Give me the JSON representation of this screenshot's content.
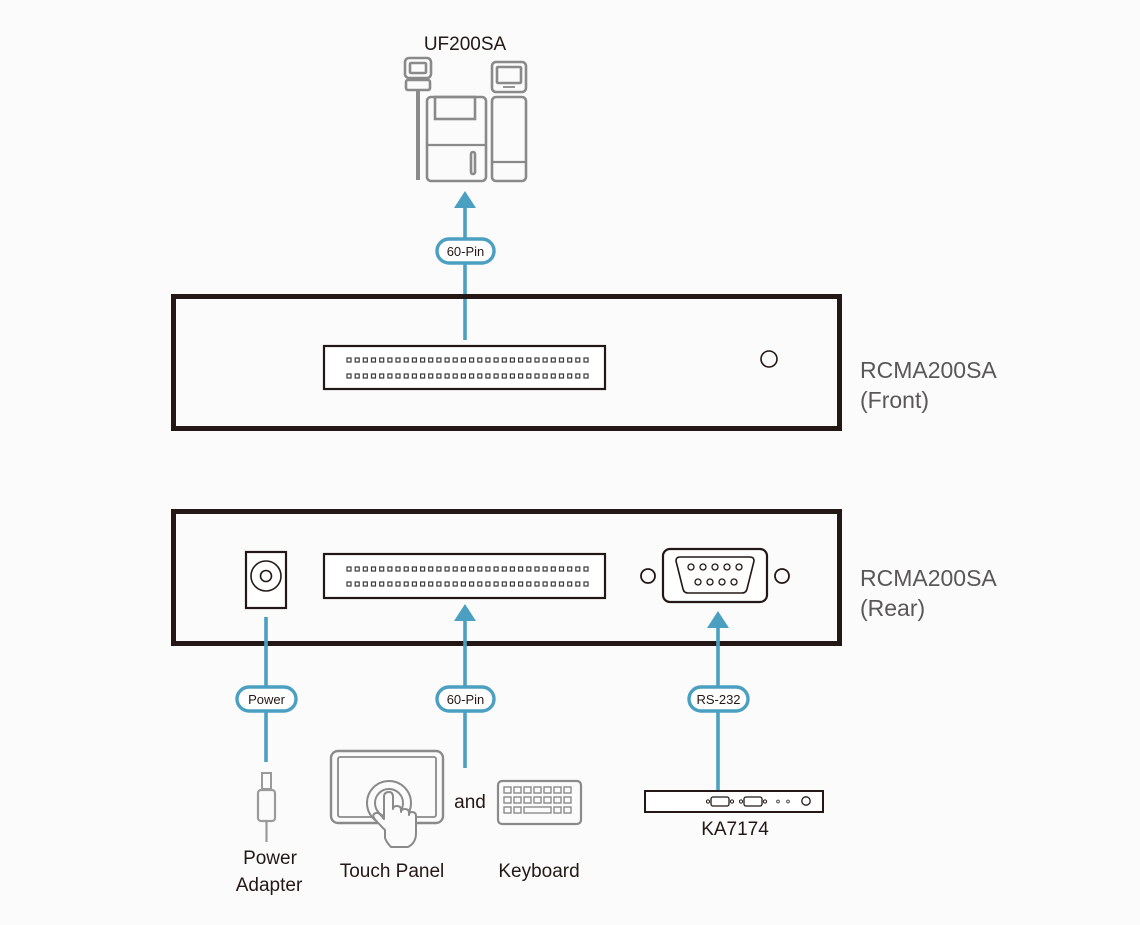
{
  "diagram": {
    "top_device": {
      "name": "UF200SA"
    },
    "front_unit": {
      "name": "RCMA200SA",
      "side": "(Front)",
      "connector_pins_per_row": 30,
      "connector_rows": 2
    },
    "rear_unit": {
      "name": "RCMA200SA",
      "side": "(Rear)",
      "connector_pins_per_row": 30,
      "connector_rows": 2
    },
    "cables": {
      "front_60pin": "60-Pin",
      "rear_power": "Power",
      "rear_60pin": "60-Pin",
      "rear_rs232": "RS-232"
    },
    "peripherals": {
      "power_adapter": {
        "line1": "Power",
        "line2": "Adapter"
      },
      "touch_panel": "Touch Panel",
      "conjunction": "and",
      "keyboard": "Keyboard",
      "switch": "KA7174"
    },
    "colors": {
      "cable": "#4ba0c2",
      "outline": "#231815",
      "device_gray": "#8a8a8a"
    }
  }
}
